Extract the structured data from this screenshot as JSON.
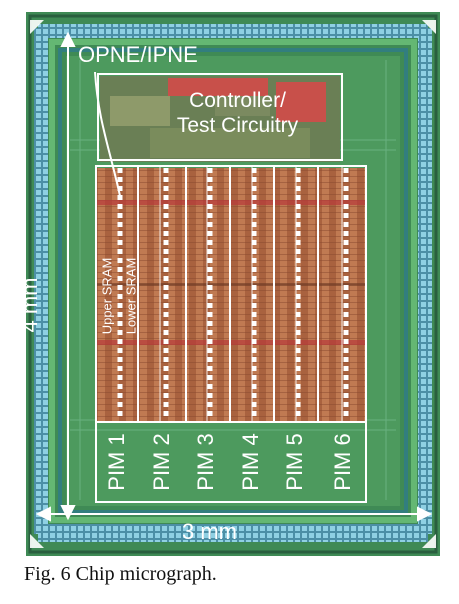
{
  "labels": {
    "opne_ipne": "OPNE/IPNE",
    "controller": "Controller/",
    "test_circuitry": "Test Circuitry",
    "upper_sram": "Upper SRAM",
    "lower_sram": "Lower SRAM",
    "width": "3 mm",
    "height": "4 mm"
  },
  "pim_labels": [
    "PIM 1",
    "PIM 2",
    "PIM 3",
    "PIM 4",
    "PIM 5",
    "PIM 6"
  ],
  "caption": "Fig. 6 Chip micrograph.",
  "colors": {
    "die_green": "#3f8a55",
    "pad_ring": "#5f9fb8",
    "core_copper": "#b06a45",
    "overlay": "#ffffff"
  }
}
